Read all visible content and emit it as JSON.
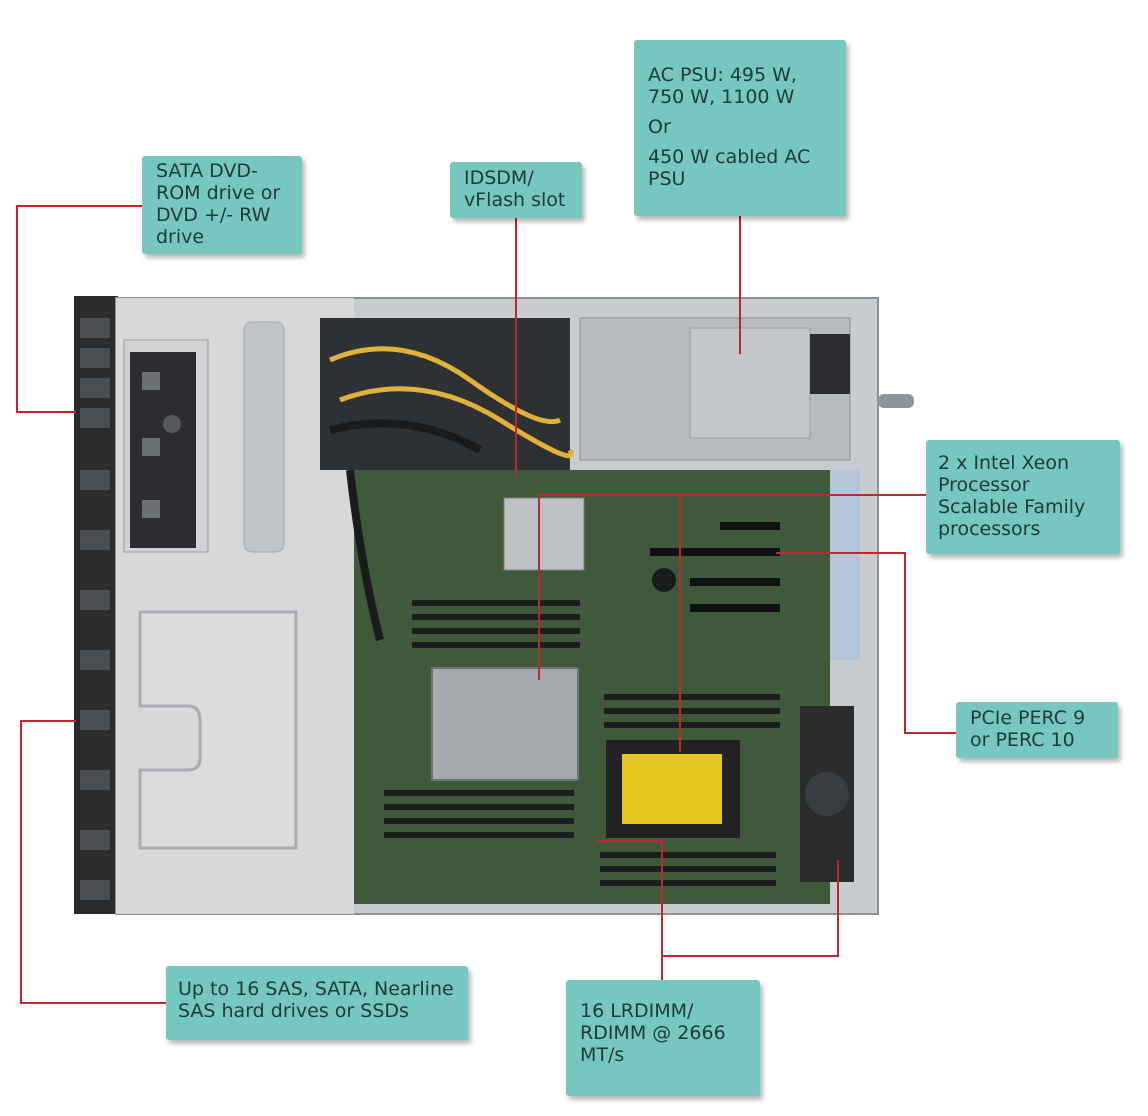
{
  "callouts": {
    "optical_drive": {
      "lines": [
        "SATA DVD-",
        "ROM drive or",
        "DVD +/- RW",
        "drive"
      ]
    },
    "idsdm": {
      "lines": [
        "IDSDM/",
        "vFlash slot"
      ]
    },
    "psu": {
      "lines": [
        "AC PSU: 495 W,",
        "750 W, 1100 W",
        "Or",
        "450 W cabled AC",
        "PSU"
      ]
    },
    "processors": {
      "lines": [
        "2 x Intel Xeon",
        "Processor",
        "Scalable Family",
        "processors"
      ]
    },
    "perc": {
      "lines": [
        "PCIe PERC 9",
        "or PERC 10"
      ]
    },
    "drives": {
      "lines": [
        "Up to 16 SAS, SATA, Nearline",
        "SAS hard drives or SSDs"
      ]
    },
    "memory": {
      "lines": [
        "16 LRDIMM/",
        "RDIMM @ 2666",
        "MT/s"
      ]
    }
  },
  "colors": {
    "callout_bg": "#76c7bf",
    "callout_text": "#1e3a3a",
    "leader_line": "#c0272d",
    "chassis": "#c9ccce",
    "motherboard": "#3f5a3b"
  }
}
